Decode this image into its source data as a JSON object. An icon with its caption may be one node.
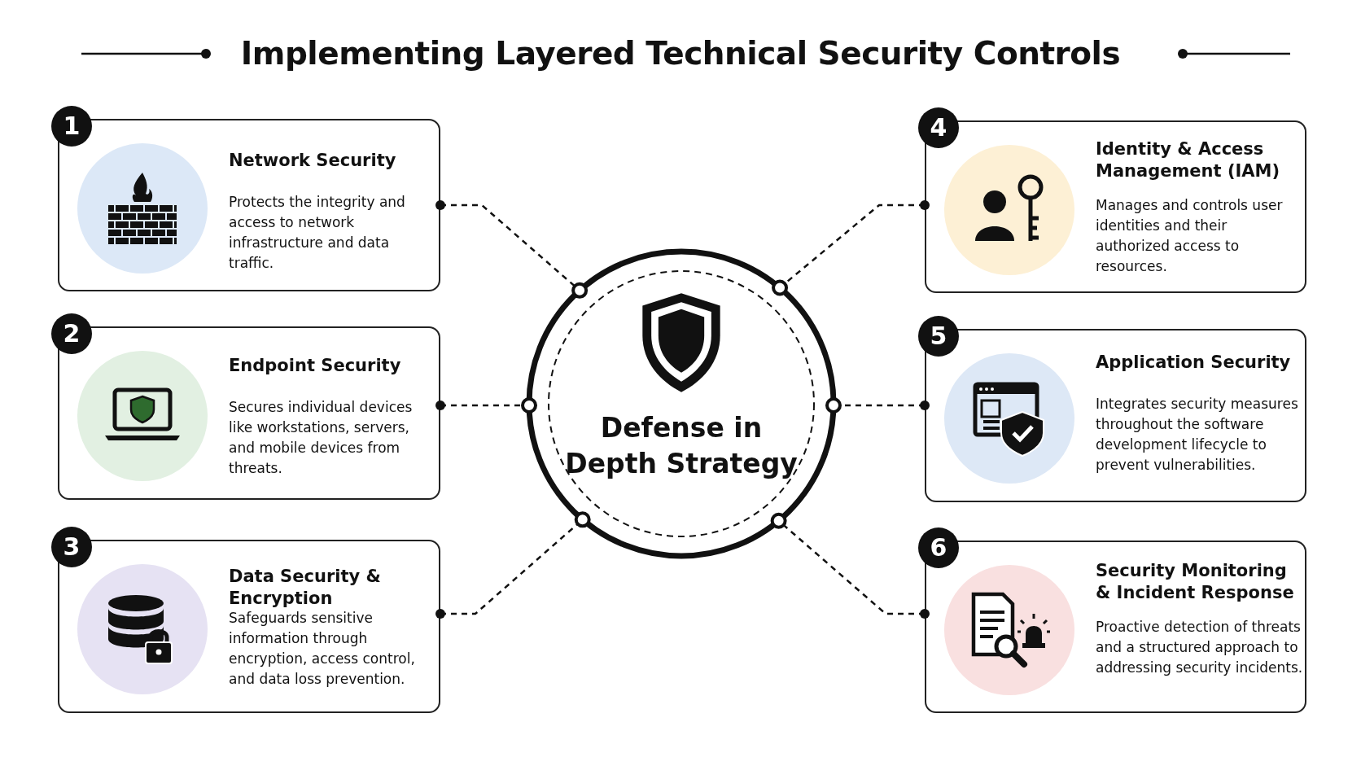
{
  "diagram": {
    "title": "Implementing Layered Technical Security Controls",
    "nodes": [
      {
        "text": [
          "1",
          "Network Security",
          "Protects the integrity and access to network infrastructure and data traffic."
        ]
      },
      {
        "text": [
          "2",
          "Endpoint Security",
          "Secures individual devices like workstations, servers, and mobile devices from threats."
        ]
      },
      {
        "text": [
          "3",
          "Data Security & Encryption",
          "Safeguards sensitive information through encryption, access control, and data loss prevention."
        ]
      },
      {
        "text": [
          "4",
          "Identity & Access Management (IAM)",
          "Manages and controls user identities and their authorized access to resources."
        ]
      },
      {
        "text": [
          "5",
          "Application Security",
          "Integrates security measures throughout the software development lifecycle to prevent vulnerabilities."
        ]
      },
      {
        "text": [
          "6",
          "Security Monitoring & Incident Response",
          "Proactive detection of threats and a structured approach to addressing security incidents."
        ]
      },
      {
        "text": [
          "Defense in Depth Strategy"
        ]
      }
    ],
    "edges": [
      {
        "from": 0,
        "to": 6,
        "arrow": "other",
        "style": "dashed"
      },
      {
        "from": 1,
        "to": 6,
        "arrow": "other",
        "style": "dashed"
      },
      {
        "from": 2,
        "to": 6,
        "arrow": "other",
        "style": "dashed"
      },
      {
        "from": 3,
        "to": 6,
        "arrow": "other",
        "style": "dashed"
      },
      {
        "from": 4,
        "to": 6,
        "arrow": "other",
        "style": "dashed"
      },
      {
        "from": 5,
        "to": 6,
        "arrow": "other",
        "style": "dashed"
      }
    ]
  }
}
